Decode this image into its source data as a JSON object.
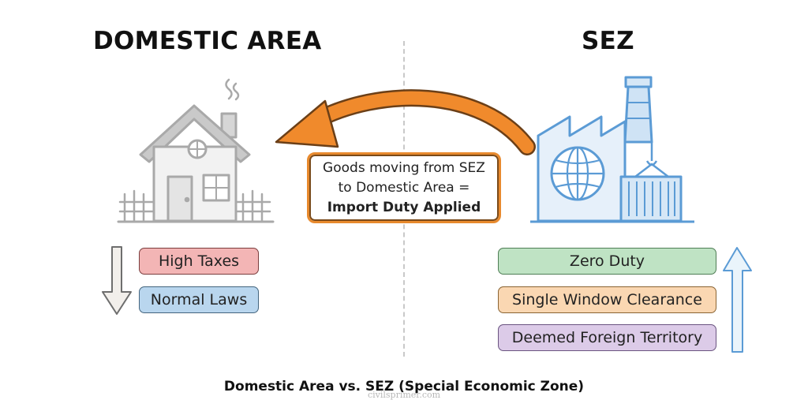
{
  "titles": {
    "left": "DOMESTIC AREA",
    "right": "SEZ"
  },
  "domestic": {
    "items": [
      "High Taxes",
      "Normal Laws"
    ],
    "icon": "house-icon",
    "arrow": "down-arrow-icon"
  },
  "sez": {
    "items": [
      "Zero Duty",
      "Single Window Clearance",
      "Deemed Foreign Territory"
    ],
    "icon": "factory-globe-icon",
    "arrow": "up-arrow-icon"
  },
  "callout": {
    "line1": "Goods moving from SEZ",
    "line2": "to  Domestic Area =",
    "line3": "Import Duty Applied"
  },
  "caption": "Domestic Area vs. SEZ (Special Economic Zone)",
  "watermark": "civilsprimer.com",
  "colors": {
    "flow_arrow": "#f08a2c",
    "house": "#a9a9a9",
    "factory": "#5b9bd5",
    "high_taxes": "#f3b5b5",
    "normal_laws": "#b9d6ee",
    "zero_duty": "#bfe3c4",
    "single_window": "#fad7b2",
    "deemed_foreign": "#dccbe8"
  }
}
